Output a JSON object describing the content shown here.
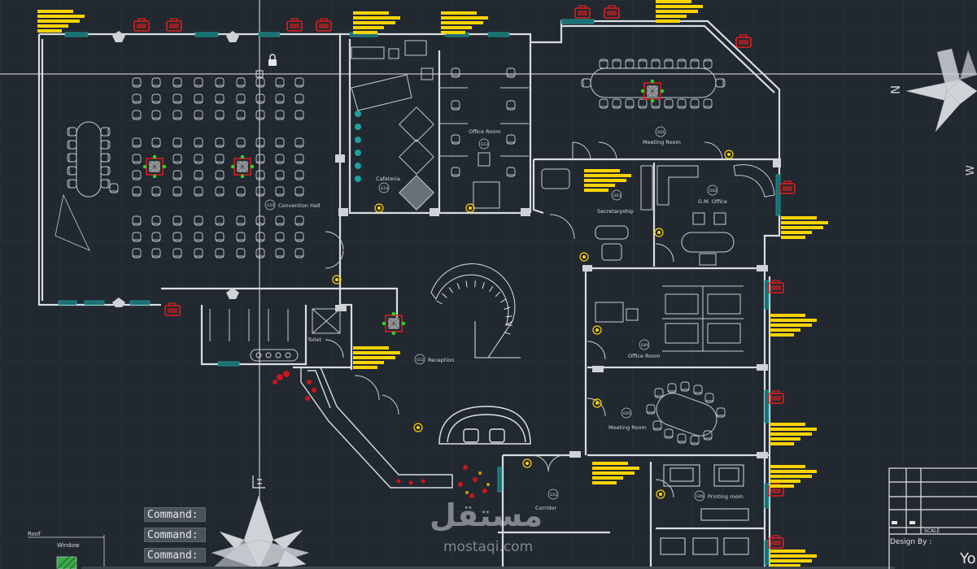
{
  "rooms": {
    "convention": {
      "code": "G10",
      "label": "Convention Hall"
    },
    "cafeteria": {
      "code": "G14",
      "label": "Cafeteria"
    },
    "office_room_top": {
      "code": "G13",
      "label": "Office Room"
    },
    "meeting_room_top": {
      "code": "G01",
      "label": "Meeting Room"
    },
    "secretaryship": {
      "code": "G03",
      "label": "Secretaryship"
    },
    "gm_office": {
      "code": "G02",
      "label": "G.M. Office"
    },
    "office_room": {
      "code": "G04",
      "label": "Office Room"
    },
    "meeting_room": {
      "code": "G05",
      "label": "Meeting Room"
    },
    "printing_room": {
      "code": "G06",
      "label": "Printing room"
    },
    "reception": {
      "code": "G12",
      "label": "Reception"
    },
    "corridor": {
      "code": "G11",
      "label": "Corridor"
    },
    "toilet": {
      "label": "Toilet"
    }
  },
  "command_lines": [
    "Command:",
    "Command:",
    "Command:"
  ],
  "title_block": {
    "scale_label": "SCALE",
    "design_by": "Design By :",
    "cut_text": "Yo"
  },
  "legend": {
    "roof": "Roof",
    "window": "Window"
  },
  "compass": {
    "north": "N",
    "west": "W"
  },
  "watermark": {
    "arabic": "مستقل",
    "latin": "mostaqi.com"
  },
  "colors": {
    "background": "#212830",
    "walls": "#d9dde2",
    "furniture": "#c8ccd2",
    "yellow": "#ffd400",
    "red": "#e01e1e",
    "teal": "#1fa0a0",
    "grid": "#2c343d"
  }
}
